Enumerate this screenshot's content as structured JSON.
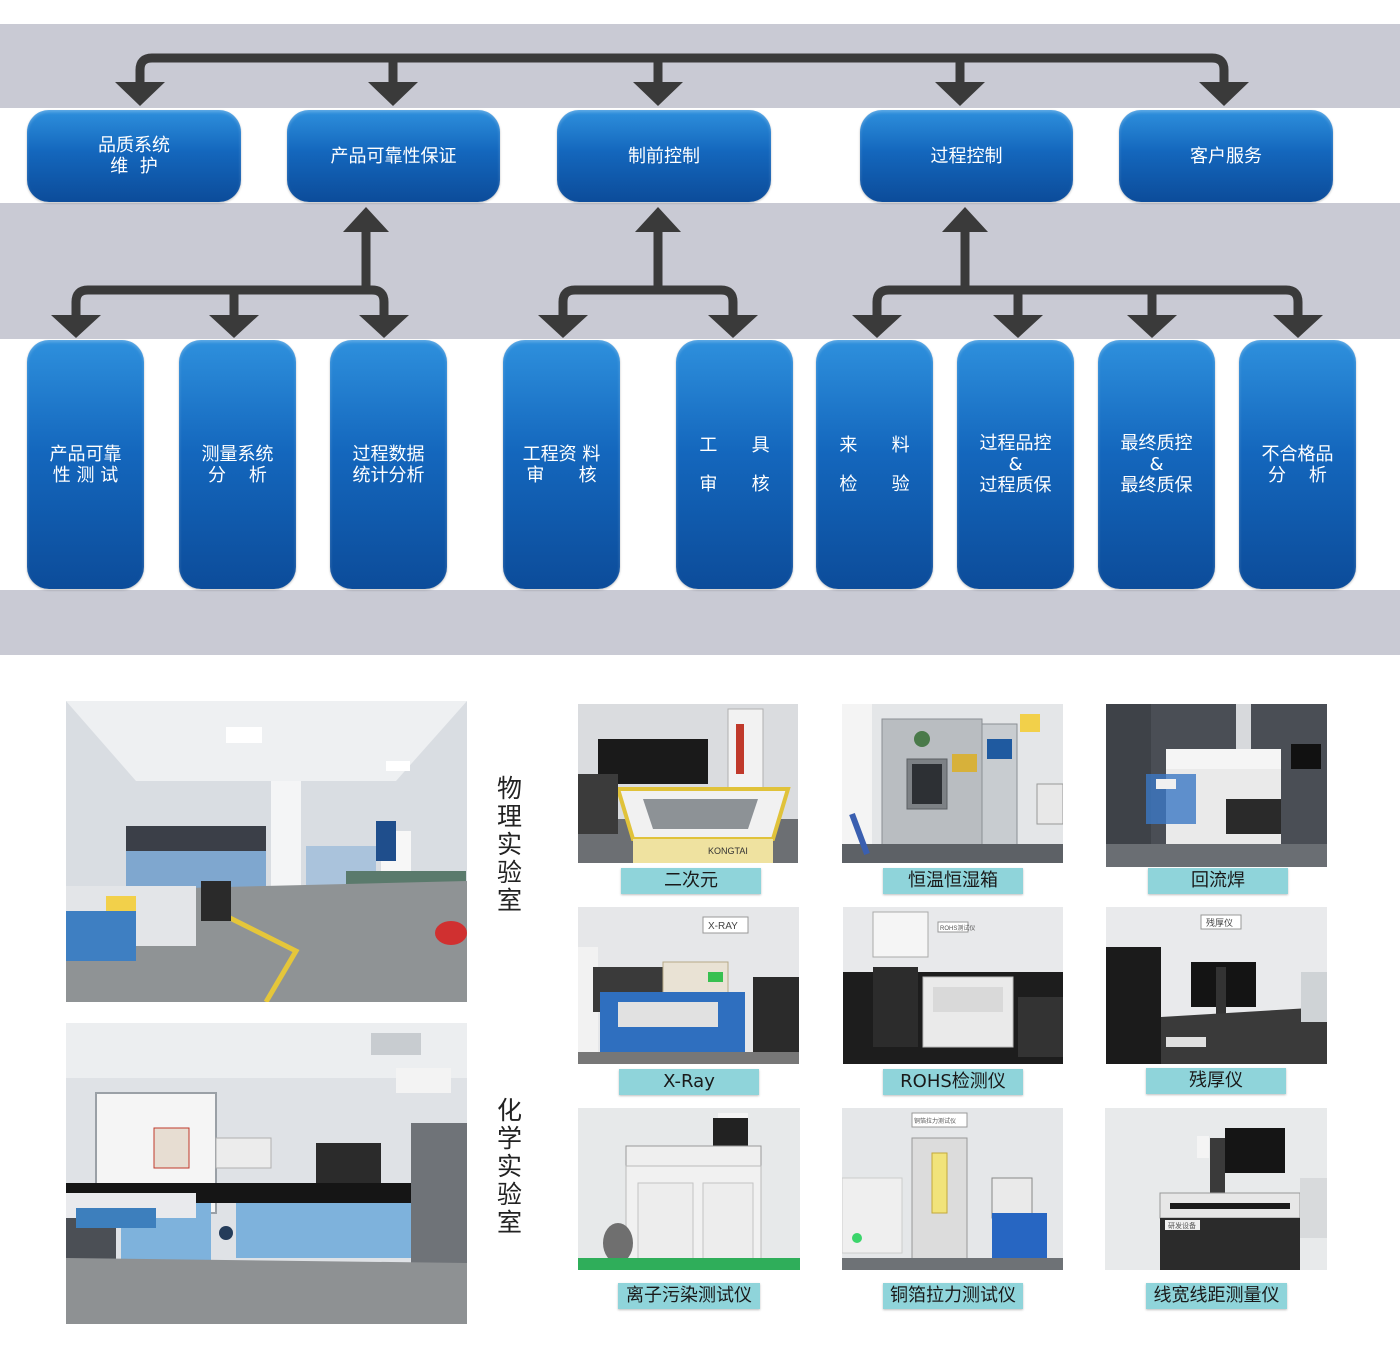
{
  "colors": {
    "band": "#c9cad4",
    "node_top": "#2e90dd",
    "node_bottom": "#0c4c9a",
    "connector": "#3a3a3a",
    "caption_bg": "#8fd4da"
  },
  "top_nodes": [
    {
      "id": "t1",
      "lines": [
        "品质系统",
        "维  护"
      ]
    },
    {
      "id": "t2",
      "lines": [
        "产品可靠性保证"
      ]
    },
    {
      "id": "t3",
      "lines": [
        "制前控制"
      ]
    },
    {
      "id": "t4",
      "lines": [
        "过程控制"
      ]
    },
    {
      "id": "t5",
      "lines": [
        "客户服务"
      ]
    }
  ],
  "bottom_nodes": [
    {
      "id": "b1",
      "lines": [
        "产品可靠",
        "性 测 试"
      ]
    },
    {
      "id": "b2",
      "lines": [
        "测量系统",
        "分    析"
      ]
    },
    {
      "id": "b3",
      "lines": [
        "过程数据",
        "统计分析"
      ]
    },
    {
      "id": "b4",
      "lines": [
        "工程资 料",
        "审      核"
      ]
    },
    {
      "id": "b5",
      "lines": [
        "工      具",
        "审      核"
      ]
    },
    {
      "id": "b6",
      "lines": [
        "来      料",
        "检      验"
      ]
    },
    {
      "id": "b7",
      "lines": [
        "过程品控",
        "&",
        "过程质保"
      ]
    },
    {
      "id": "b8",
      "lines": [
        "最终质控",
        "&",
        "最终质保"
      ]
    },
    {
      "id": "b9",
      "lines": [
        "不合格品",
        "分    析"
      ]
    }
  ],
  "labs": [
    {
      "title": "物理实验室",
      "icon": "physics-lab-photo"
    },
    {
      "title": "化学实验室",
      "icon": "chemistry-lab-photo"
    }
  ],
  "equipment": [
    {
      "name": "二次元",
      "icon": "2d-measuring-machine-photo"
    },
    {
      "name": "恒温恒湿箱",
      "icon": "climate-chamber-photo"
    },
    {
      "name": "回流焊",
      "icon": "reflow-oven-photo"
    },
    {
      "name": "X-Ray",
      "icon": "xray-machine-photo"
    },
    {
      "name": "ROHS检测仪",
      "icon": "rohs-analyzer-photo"
    },
    {
      "name": "残厚仪",
      "icon": "thickness-gauge-photo"
    },
    {
      "name": "离子污染测试仪",
      "icon": "ion-contamination-tester-photo"
    },
    {
      "name": "铜箔拉力测试仪",
      "icon": "copper-foil-peel-tester-photo"
    },
    {
      "name": "线宽线距测量仪",
      "icon": "line-width-measuring-photo"
    }
  ],
  "photo_texts": {
    "xray_label": "X-RAY",
    "rohs_label": "ROHS测试仪",
    "thickness_label": "残厚仪",
    "rd_label": "研发设备",
    "peel_label": "铜箔拉力测试仪",
    "vendor_label": "KONGTAI"
  }
}
